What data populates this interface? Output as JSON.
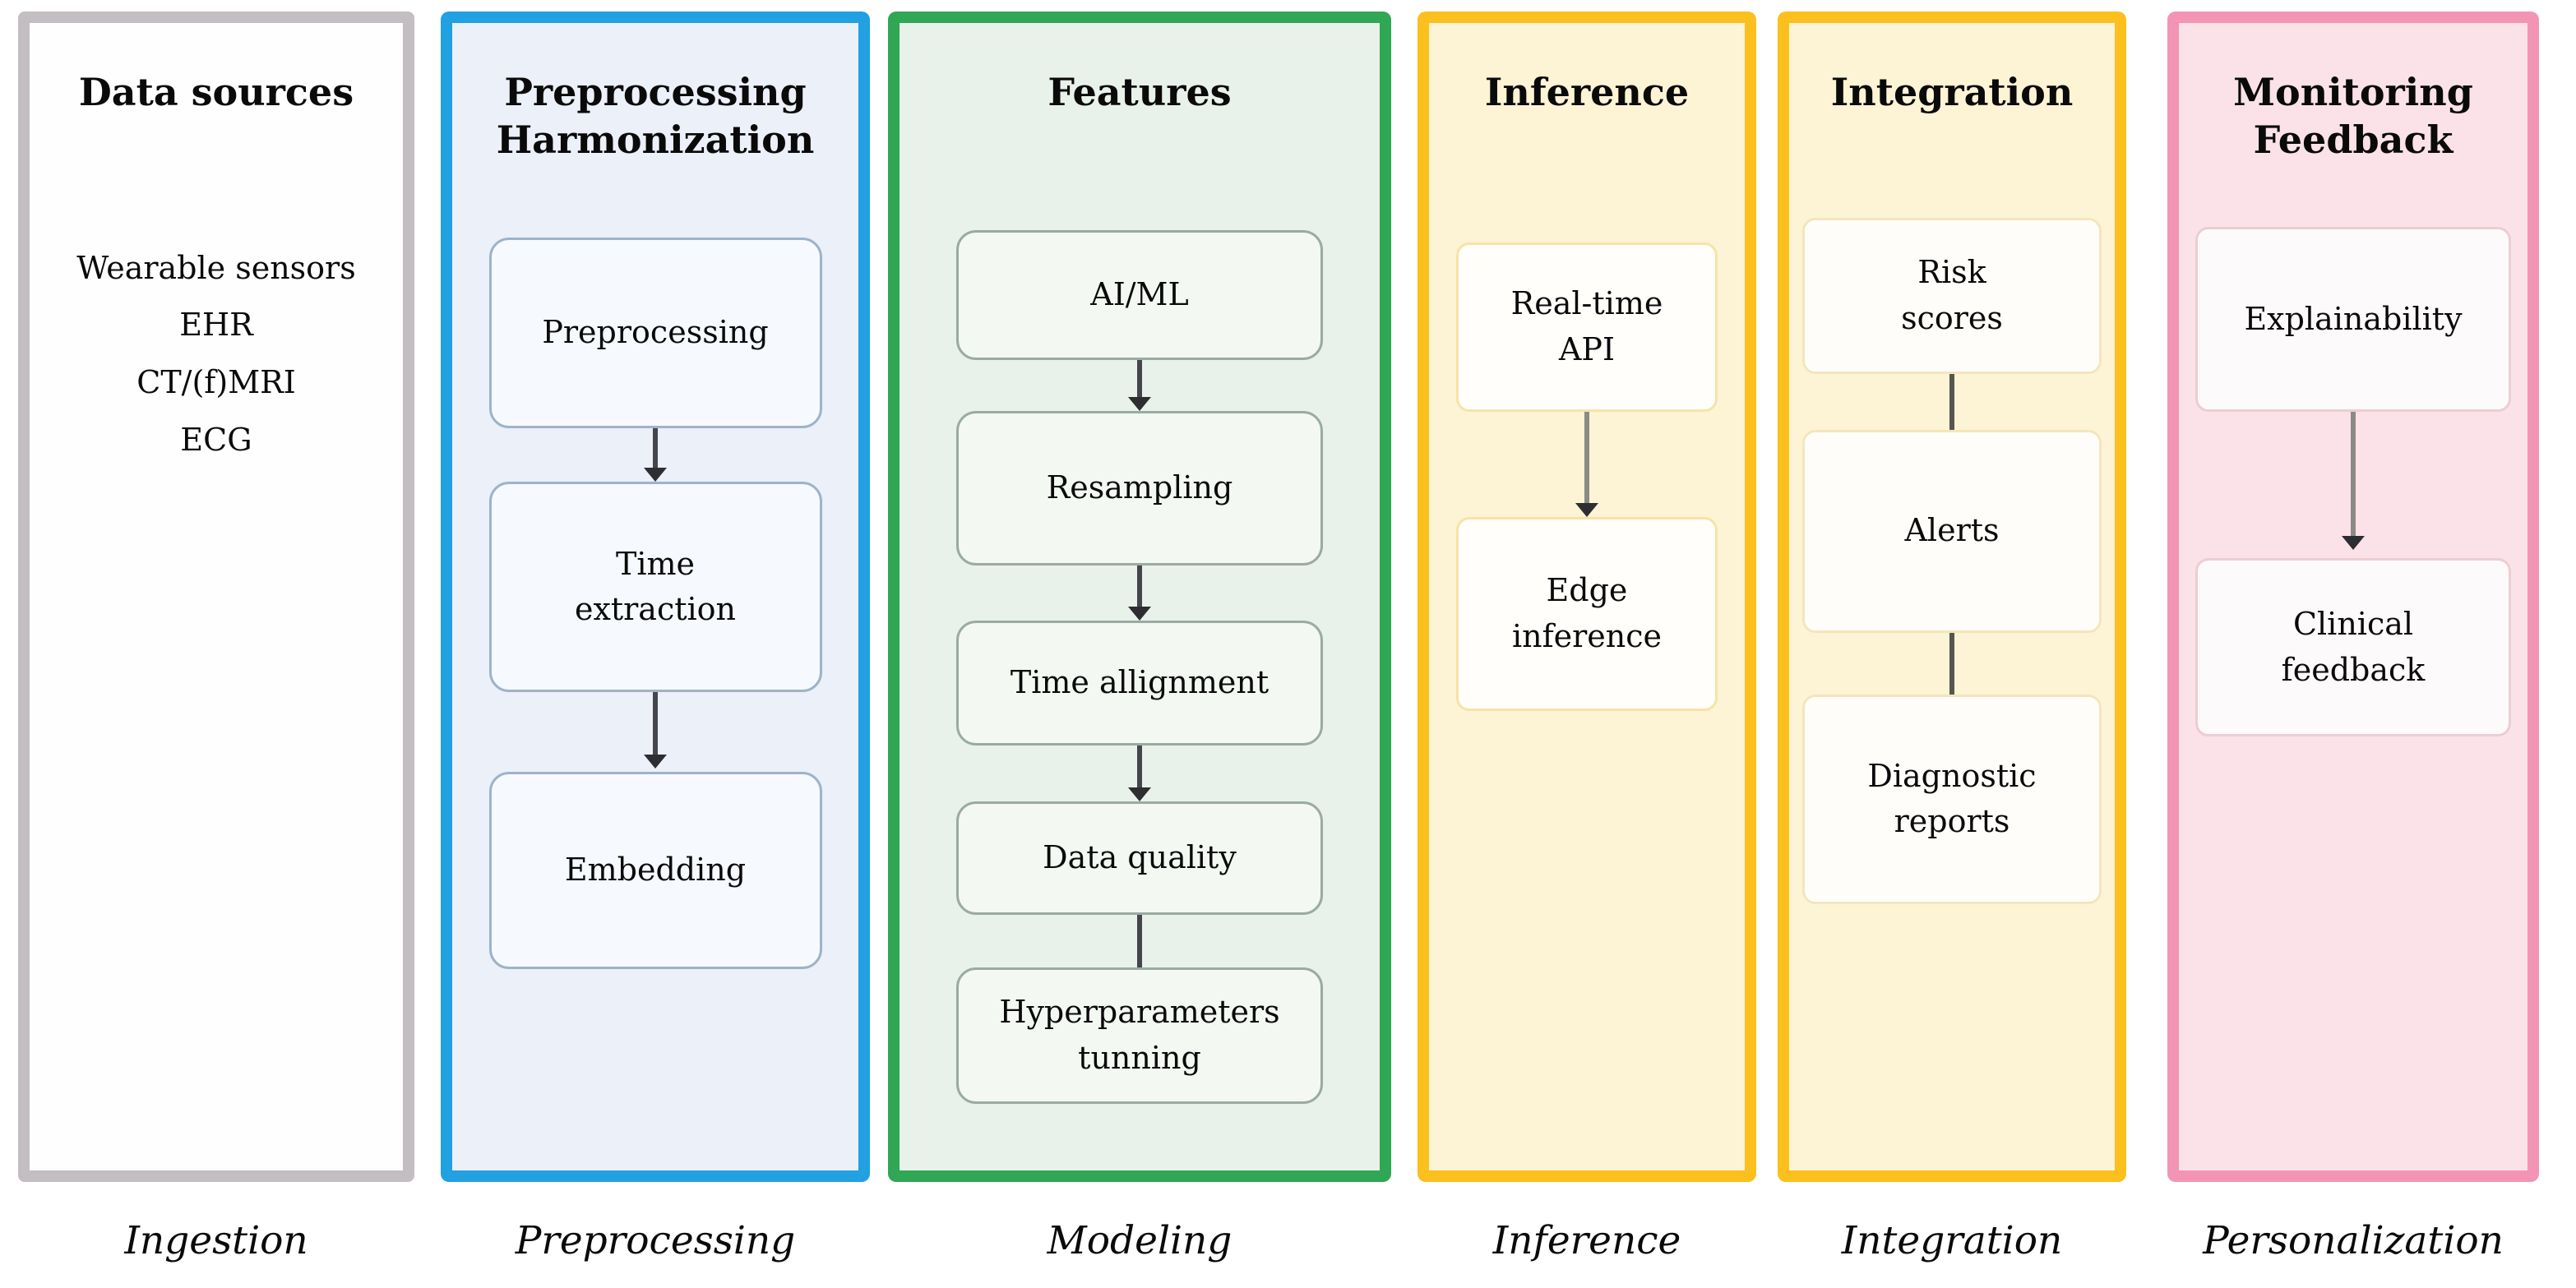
{
  "figure": {
    "columns": [
      {
        "title": "Data sources",
        "bottom_label": "Ingestion",
        "border_color": "#c2bec1",
        "fill_color": "#fefefe",
        "sources": [
          "Wearable sensors",
          "EHR",
          "CT/(f)MRI",
          "ECG"
        ]
      },
      {
        "title": "Preprocessing\nHarmonization",
        "bottom_label": "Preprocessing",
        "border_color": "#21a0e2",
        "fill_color": "#ebf0f9",
        "node_border": "#9db3c9",
        "node_fill": "#f6f9fd",
        "items": [
          "Preprocessing",
          "Time\nextraction",
          "Embedding"
        ]
      },
      {
        "title": "Features",
        "bottom_label": "Modeling",
        "border_color": "#2fa754",
        "fill_color": "#e9f2ea",
        "node_border": "#9aaba1",
        "node_fill": "#f3f8f3",
        "items": [
          "AI/ML",
          "Resampling",
          "Time allignment",
          "Data quality",
          "Hyperparameters\ntunning"
        ]
      },
      {
        "title": "Inference",
        "bottom_label": "Inference",
        "border_color": "#fbc01e",
        "fill_color": "#fdf3d5",
        "node_border": "#f6e4a6",
        "node_fill": "#fffefb",
        "items": [
          "Real-time\nAPI",
          "Edge\ninference"
        ]
      },
      {
        "title": "Integration",
        "bottom_label": "Integration",
        "border_color": "#fbc01e",
        "fill_color": "#fdf3d5",
        "node_border": "#f4e6bb",
        "node_fill": "#fffdfa",
        "items": [
          "Risk\nscores",
          "Alerts",
          "Diagnostic\nreports"
        ]
      },
      {
        "title": "Monitoring\nFeedback",
        "bottom_label": "Personalization",
        "border_color": "#f394b5",
        "fill_color": "#fbe2e8",
        "node_border": "#eccdd4",
        "node_fill": "#fdfafb",
        "items": [
          "Explainability",
          "Clinical\nfeedback"
        ]
      }
    ]
  }
}
